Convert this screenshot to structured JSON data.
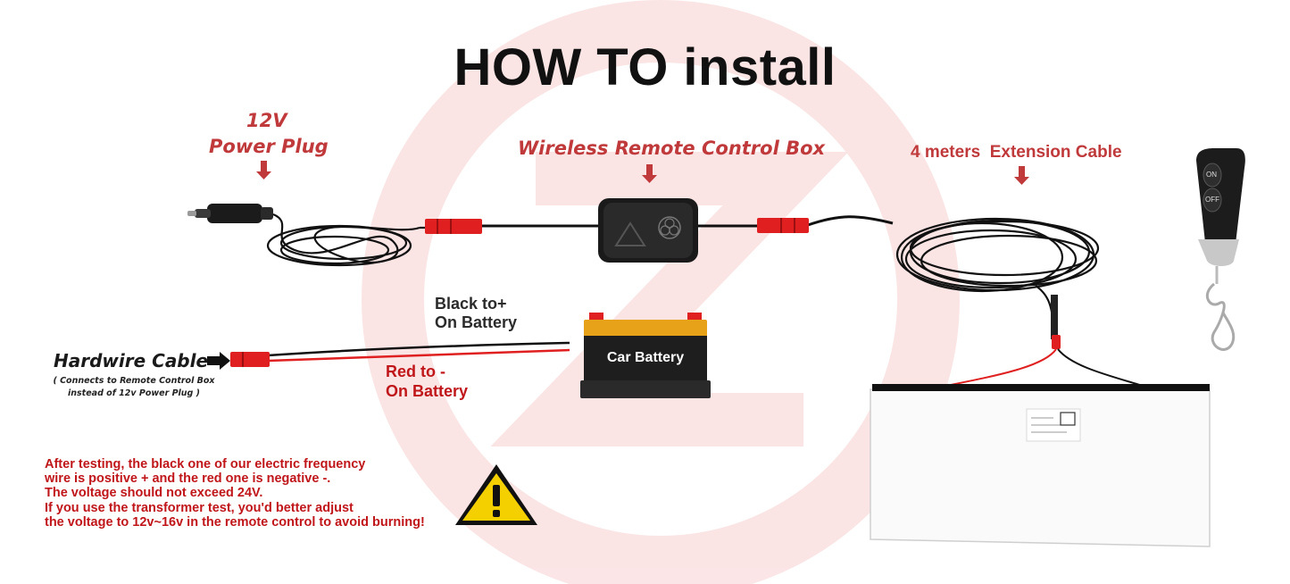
{
  "title": "HOW TO install",
  "labels": {
    "power_plug_line1": "12V",
    "power_plug_line2": "Power Plug",
    "remote_box": "Wireless Remote Control Box",
    "extension_cable": "4 meters  Extension Cable",
    "black_line1": "Black to+",
    "black_line2": "On Battery",
    "red_line1": "Red to -",
    "red_line2": "On Battery",
    "hardwire": "Hardwire Cable",
    "hardwire_sub1": "( Connects to Remote Control Box",
    "hardwire_sub2": "instead of 12v Power Plug )",
    "car_battery": "Car Battery",
    "remote_on": "ON",
    "remote_off": "OFF"
  },
  "note_lines": [
    "After testing, the black one of our electric frequency",
    "wire is positive + and the red one is negative -.",
    "The voltage should not exceed 24V.",
    "If you use the transformer test, you'd better adjust",
    "the voltage to 12v~16v in the remote control to avoid burning!"
  ],
  "colors": {
    "accent_red": "#c0393b",
    "warning_yellow": "#f5d000",
    "battery_gold": "#e8a21a"
  }
}
